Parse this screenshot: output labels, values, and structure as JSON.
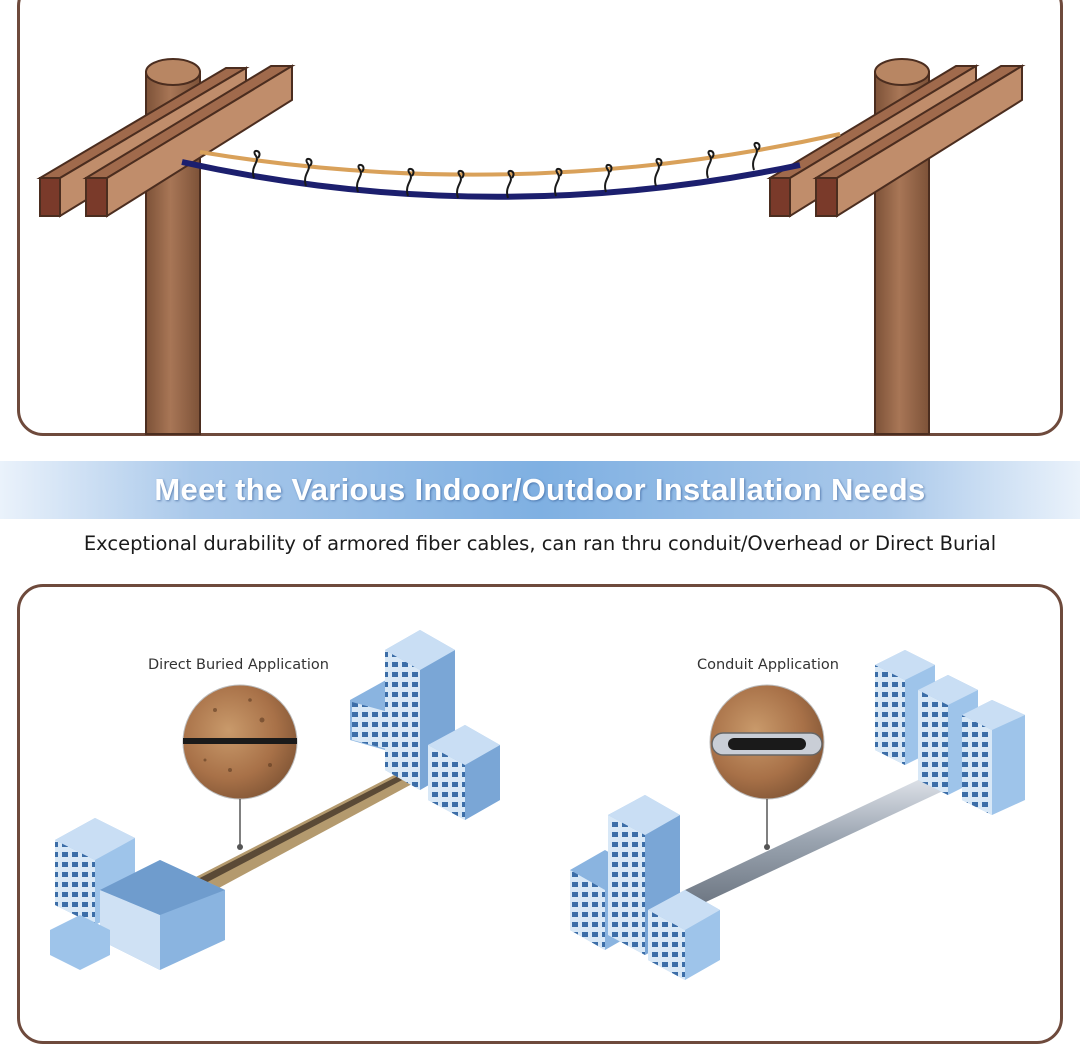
{
  "banner": {
    "title": "Meet the Various Indoor/Outdoor Installation Needs"
  },
  "subtitle": "Exceptional durability of armored fiber cables,  can ran thru conduit/Overhead or Direct Burial",
  "applications": {
    "direct_buried": {
      "label": "Direct Buried Application"
    },
    "conduit": {
      "label": "Conduit Application"
    }
  },
  "colors": {
    "border": "#6e4a3c",
    "pole": "#9a6a4c",
    "crossarm": "#7a4632",
    "messenger_wire": "#d9a15a",
    "fiber_cable": "#1c1f6e",
    "banner": "#7fb0e2",
    "building": "#8ab4e0"
  }
}
